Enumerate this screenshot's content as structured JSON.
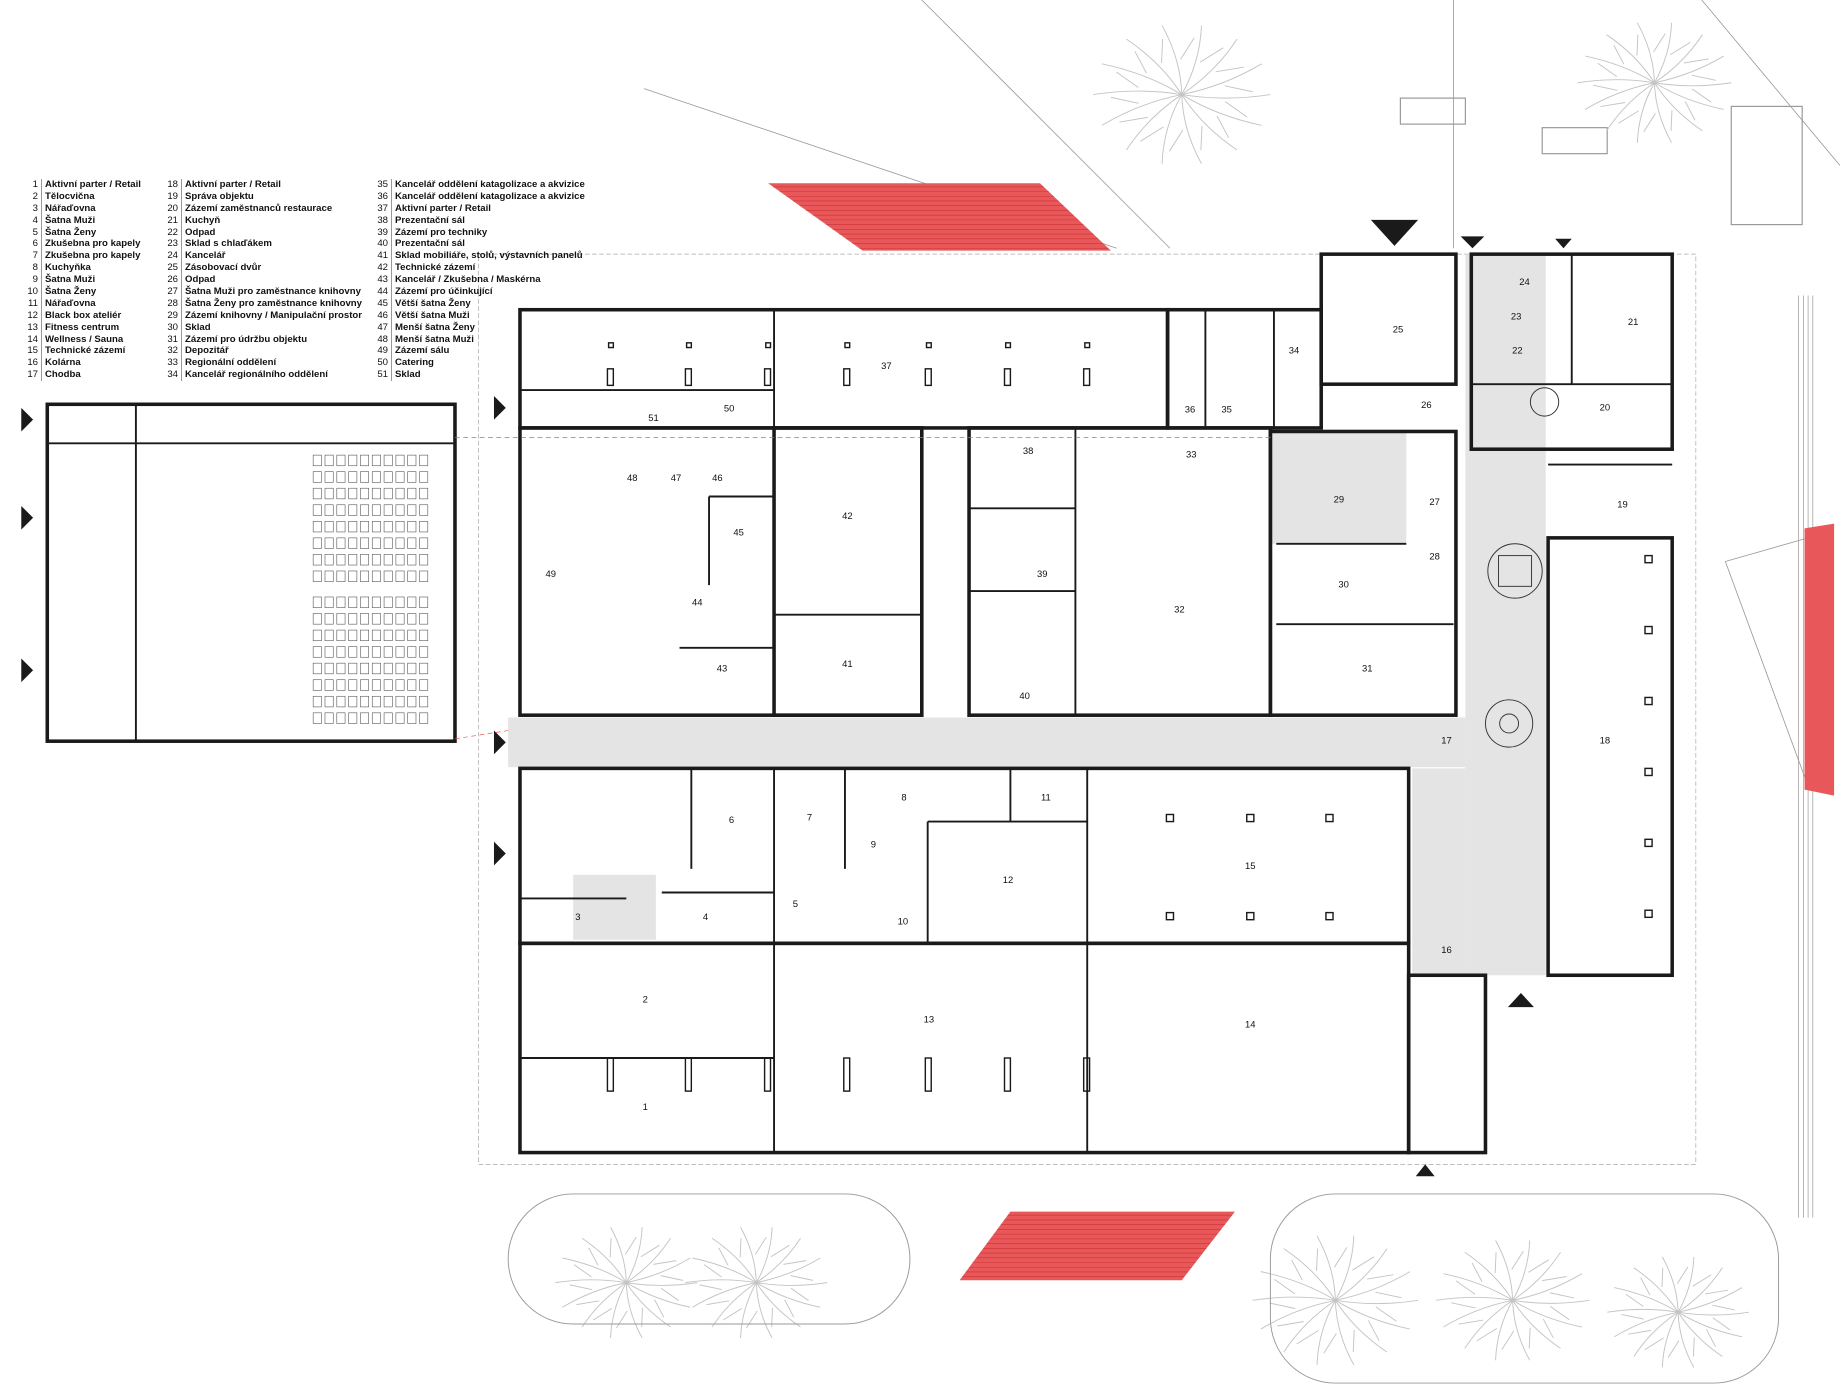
{
  "legend": {
    "rooms": [
      {
        "num": "1",
        "name": "Aktivní parter / Retail"
      },
      {
        "num": "2",
        "name": "Tělocvična"
      },
      {
        "num": "3",
        "name": "Nářaďovna"
      },
      {
        "num": "4",
        "name": "Šatna Muži"
      },
      {
        "num": "5",
        "name": "Šatna Ženy"
      },
      {
        "num": "6",
        "name": "Zkušebna pro kapely"
      },
      {
        "num": "7",
        "name": "Zkušebna pro kapely"
      },
      {
        "num": "8",
        "name": "Kuchyňka"
      },
      {
        "num": "9",
        "name": "Šatna Muži"
      },
      {
        "num": "10",
        "name": "Šatna Ženy"
      },
      {
        "num": "11",
        "name": "Nářaďovna"
      },
      {
        "num": "12",
        "name": "Black box ateliér"
      },
      {
        "num": "13",
        "name": "Fitness centrum"
      },
      {
        "num": "14",
        "name": "Wellness / Sauna"
      },
      {
        "num": "15",
        "name": "Technické zázemí"
      },
      {
        "num": "16",
        "name": "Kolárna"
      },
      {
        "num": "17",
        "name": "Chodba"
      },
      {
        "num": "18",
        "name": "Aktivní parter / Retail"
      },
      {
        "num": "19",
        "name": "Správa objektu"
      },
      {
        "num": "20",
        "name": "Zázemí zaměstnanců restaurace"
      },
      {
        "num": "21",
        "name": "Kuchyň"
      },
      {
        "num": "22",
        "name": "Odpad"
      },
      {
        "num": "23",
        "name": "Sklad s chlaďákem"
      },
      {
        "num": "24",
        "name": "Kancelář"
      },
      {
        "num": "25",
        "name": "Zásobovací dvůr"
      },
      {
        "num": "26",
        "name": "Odpad"
      },
      {
        "num": "27",
        "name": "Šatna Muži pro zaměstnance knihovny"
      },
      {
        "num": "28",
        "name": "Šatna Ženy pro zaměstnance knihovny"
      },
      {
        "num": "29",
        "name": "Zázemí knihovny / Manipulační prostor"
      },
      {
        "num": "30",
        "name": "Sklad"
      },
      {
        "num": "31",
        "name": "Zázemí pro údržbu objektu"
      },
      {
        "num": "32",
        "name": "Depozitář"
      },
      {
        "num": "33",
        "name": "Regionální oddělení"
      },
      {
        "num": "34",
        "name": "Kancelář regionálního oddělení"
      },
      {
        "num": "35",
        "name": "Kancelář oddělení katagolizace a akvizice"
      },
      {
        "num": "36",
        "name": "Kancelář oddělení katagolizace a akvizice"
      },
      {
        "num": "37",
        "name": "Aktivní parter / Retail"
      },
      {
        "num": "38",
        "name": "Prezentační sál"
      },
      {
        "num": "39",
        "name": "Zázemí pro techniky"
      },
      {
        "num": "40",
        "name": "Prezentační sál"
      },
      {
        "num": "41",
        "name": "Sklad mobiliáře, stolů, výstavních panelů"
      },
      {
        "num": "42",
        "name": "Technické zázemí"
      },
      {
        "num": "43",
        "name": "Kancelář / Zkušebna / Maskérna"
      },
      {
        "num": "44",
        "name": "Zázemí pro účinkující"
      },
      {
        "num": "45",
        "name": "Větší šatna Ženy"
      },
      {
        "num": "46",
        "name": "Větší šatna Muži"
      },
      {
        "num": "47",
        "name": "Menší šatna Ženy"
      },
      {
        "num": "48",
        "name": "Menší šatna Muži"
      },
      {
        "num": "49",
        "name": "Zázemí sálu"
      },
      {
        "num": "50",
        "name": "Catering"
      },
      {
        "num": "51",
        "name": "Sklad"
      }
    ]
  },
  "colors": {
    "accent": "#e8585a",
    "wall": "#1a1a1a",
    "corridor": "#e4e4e4",
    "tree": "#bdbdbd"
  }
}
